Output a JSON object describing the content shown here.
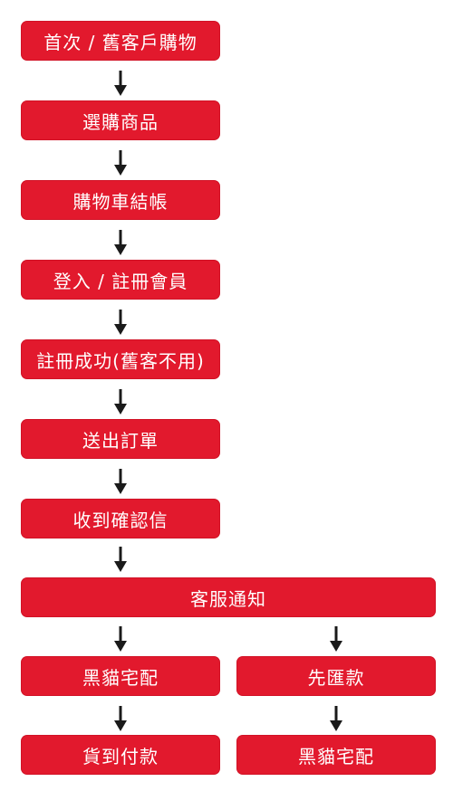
{
  "flow": {
    "steps": [
      "首次 / 舊客戶購物",
      "選購商品",
      "購物車結帳",
      "登入 / 註冊會員",
      "註冊成功(舊客不用)",
      "送出訂單",
      "收到確認信",
      "客服通知"
    ],
    "branch_left": [
      "黑貓宅配",
      "貨到付款"
    ],
    "branch_right": [
      "先匯款",
      "黑貓宅配"
    ]
  },
  "colors": {
    "box": "#e2192d",
    "text": "#ffffff",
    "arrow": "#1a1a1a"
  }
}
